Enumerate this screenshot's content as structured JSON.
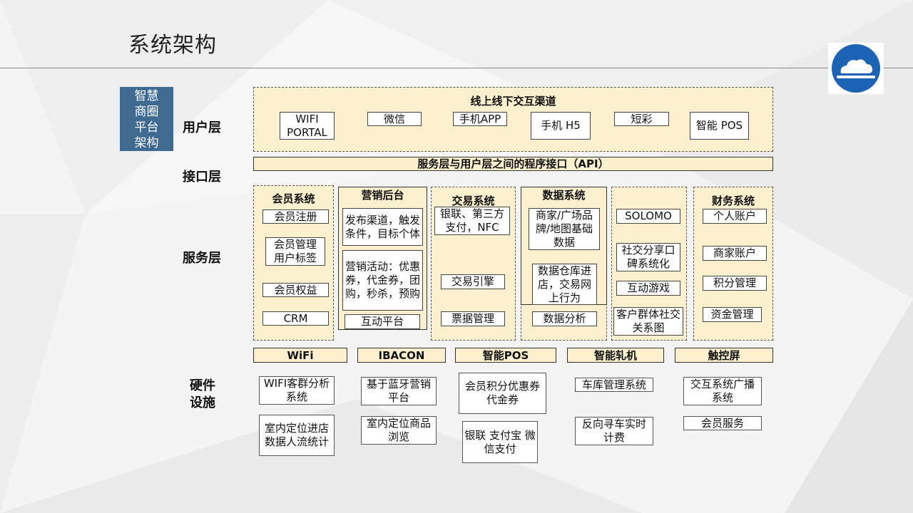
{
  "title": "系统架构",
  "side_label": "智慧商圈平台架构",
  "layers": {
    "user": "用户层",
    "interface": "接口层",
    "service": "服务层",
    "hardware": "硬件设施"
  },
  "user_layer": {
    "title": "线上线下交互渠道",
    "channels": [
      "WIFI PORTAL",
      "微信",
      "手机APP",
      "手机 H5",
      "短彩",
      "智能 POS"
    ]
  },
  "api_bar": "服务层与用户层之间的程序接口（API）",
  "services": {
    "member": {
      "title": "会员系统",
      "items": [
        "会员注册",
        "会员管理 用户标签",
        "会员权益",
        "CRM"
      ]
    },
    "marketing": {
      "title": "营销后台",
      "items": [
        "发布渠道，触发条件，目标个体",
        "营销活动：优惠券，代金券，团购，秒杀，预购",
        "互动平台"
      ]
    },
    "trade": {
      "title": "交易系统",
      "items": [
        "银联、第三方支付，NFC",
        "交易引擎",
        "票据管理"
      ]
    },
    "data": {
      "title": "数据系统",
      "items": [
        "商家/广场品牌/地图基础数据",
        "数据仓库进店，交易网上行为",
        "数据分析"
      ]
    },
    "solomo": {
      "items": [
        "SOLOMO",
        "社交分享口碑系统化",
        "互动游戏",
        "客户群体社交关系图"
      ]
    },
    "finance": {
      "title": "财务系统",
      "items": [
        "个人账户",
        "商家账户",
        "积分管理",
        "资金管理"
      ]
    }
  },
  "hardware": {
    "heads": [
      "WiFi",
      "IBACON",
      "智能POS",
      "智能轧机",
      "触控屏"
    ],
    "wifi_items": [
      "WIFI客群分析系统",
      "室内定位进店数据人流统计"
    ],
    "ibacon_items": [
      "基于蓝牙营销平台",
      "室内定位商品浏览"
    ],
    "pos_items": [
      "会员积分优惠券代金券",
      "银联 支付宝 微信支付"
    ],
    "gate_items": [
      "车库管理系统",
      "反向寻车实时计费"
    ],
    "touch_items": [
      "交互系统广播系统",
      "会员服务"
    ]
  }
}
